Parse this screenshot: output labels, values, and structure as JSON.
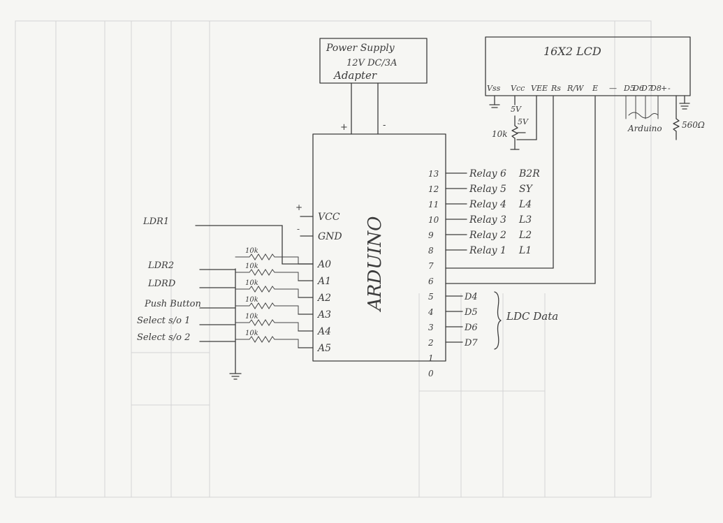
{
  "power_supply": {
    "title": "Power Supply",
    "rating": "12V DC/3A",
    "name": "Adapter",
    "plus": "+",
    "minus": "-"
  },
  "arduino": {
    "label": "ARDUINO",
    "left_pins": [
      "VCC",
      "GND",
      "A0",
      "A1",
      "A2",
      "A3",
      "A4",
      "A5"
    ],
    "right_pins": [
      "13",
      "12",
      "11",
      "10",
      "9",
      "8",
      "7",
      "6",
      "5",
      "4",
      "3",
      "2",
      "1",
      "0"
    ],
    "vcc_mark": "+",
    "gnd_mark": "-"
  },
  "left_inputs": [
    "LDR1",
    "LDR2",
    "LDRD",
    "Push Button",
    "Select s/o 1",
    "Select s/o 2"
  ],
  "resistors": [
    "10k",
    "10k",
    "10k",
    "10k",
    "10k",
    "10k"
  ],
  "relays": [
    {
      "pin": "13",
      "label": "Relay 6",
      "load": "B2R"
    },
    {
      "pin": "12",
      "label": "Relay 5",
      "load": "SY"
    },
    {
      "pin": "11",
      "label": "Relay 4",
      "load": "L4"
    },
    {
      "pin": "10",
      "label": "Relay 3",
      "load": "L3"
    },
    {
      "pin": "9",
      "label": "Relay 2",
      "load": "L2"
    },
    {
      "pin": "8",
      "label": "Relay 1",
      "load": "L1"
    }
  ],
  "lcd_data": {
    "lines": [
      "D4",
      "D5",
      "D6",
      "D7"
    ],
    "label": "LDC Data"
  },
  "lcd": {
    "title": "16X2 LCD",
    "pins": [
      "Vss",
      "Vcc",
      "VEE",
      "Rs",
      "R/W",
      "E",
      "—",
      "D5",
      "D6",
      "D7",
      "D8",
      "+",
      "-"
    ],
    "vcc_label": "5V",
    "pot_label": "10k",
    "pot_supply": "5V",
    "arduino_label": "Arduino",
    "backlight_resistor": "560Ω"
  }
}
